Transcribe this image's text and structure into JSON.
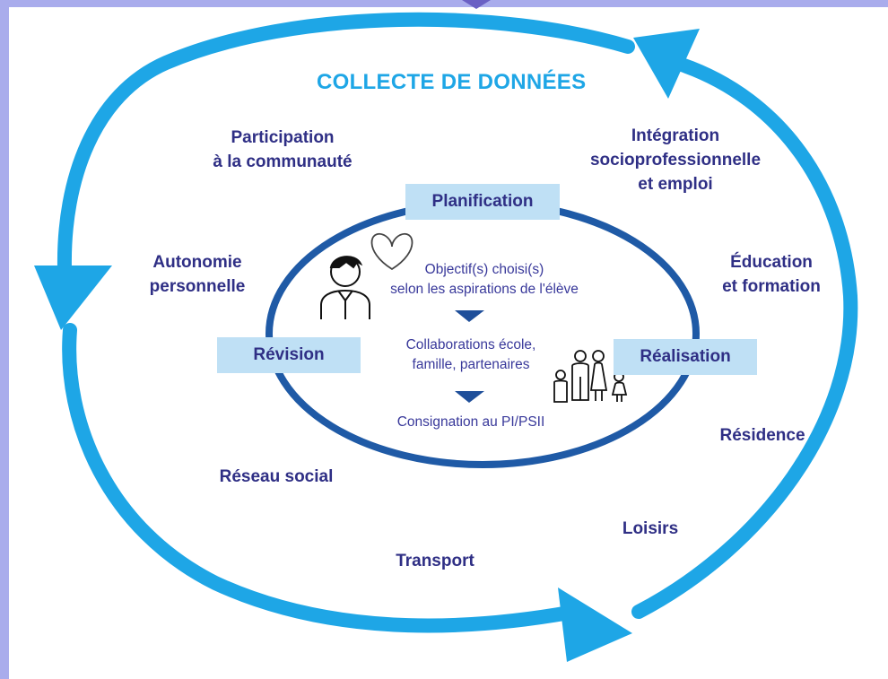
{
  "title": "COLLECTE DE DONNÉES",
  "outer_domains": {
    "participation": "Participation\nà la communauté",
    "integration": "Intégration\nsocioprofessionnelle\net emploi",
    "autonomie": "Autonomie\npersonnelle",
    "education": "Éducation\net formation",
    "residence": "Résidence",
    "reseau": "Réseau social",
    "loisirs": "Loisirs",
    "transport": "Transport"
  },
  "stages": {
    "planification": "Planification",
    "revision": "Révision",
    "realisation": "Réalisation"
  },
  "center_steps": {
    "objectifs": "Objectif(s) choisi(s)\nselon les aspirations de l'élève",
    "collaborations": "Collaborations école,\nfamille, partenaires",
    "consignation": "Consignation au PI/PSII"
  },
  "icons": [
    "heart-icon",
    "student-icon",
    "family-icon",
    "down-arrow-icon"
  ],
  "colors": {
    "cycle_arrow": "#1ea6e6",
    "inner_ellipse": "#1f5aa6",
    "text_navy": "#2f2f85",
    "stage_box": "#bfe0f5",
    "frame": "#a9acec"
  }
}
